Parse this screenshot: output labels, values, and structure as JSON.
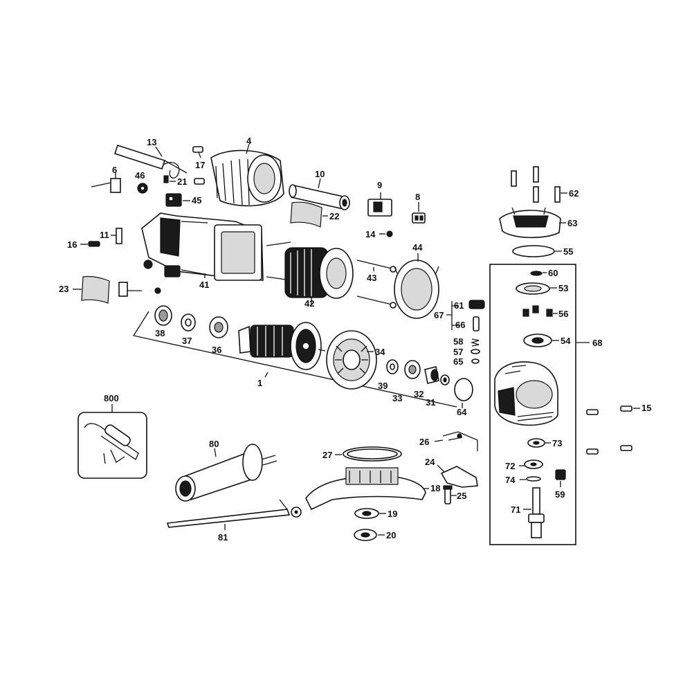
{
  "callouts": {
    "c1": "1",
    "c4": "4",
    "c6": "6",
    "c8": "8",
    "c9": "9",
    "c10": "10",
    "c11": "11",
    "c13": "13",
    "c14": "14",
    "c15": "15",
    "c16": "16",
    "c17": "17",
    "c18": "18",
    "c19": "19",
    "c20": "20",
    "c21": "21",
    "c22": "22",
    "c23": "23",
    "c24": "24",
    "c25": "25",
    "c26": "26",
    "c27": "27",
    "c31": "31",
    "c32": "32",
    "c33": "33",
    "c34": "34",
    "c36": "36",
    "c37": "37",
    "c38": "38",
    "c39": "39",
    "c41": "41",
    "c42": "42",
    "c43": "43",
    "c44": "44",
    "c45": "45",
    "c46": "46",
    "c53": "53",
    "c54": "54",
    "c55": "55",
    "c56": "56",
    "c57": "57",
    "c58": "58",
    "c59": "59",
    "c60": "60",
    "c61": "61",
    "c62": "62",
    "c63": "63",
    "c64": "64",
    "c65": "65",
    "c66": "66",
    "c67": "67",
    "c68": "68",
    "c71": "71",
    "c72": "72",
    "c73": "73",
    "c74": "74",
    "c80": "80",
    "c81": "81",
    "c800": "800"
  },
  "colors": {
    "ink": "#111111",
    "background": "#ffffff"
  }
}
